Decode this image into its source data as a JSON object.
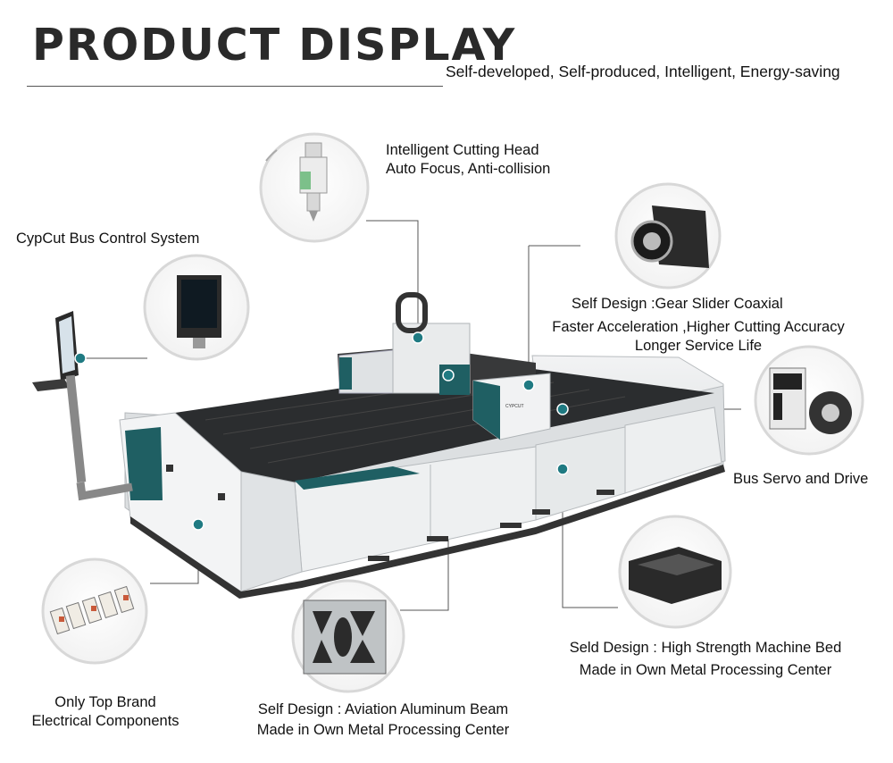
{
  "header": {
    "title": "PRODUCT DISPLAY",
    "subtitle": "Self-developed, Self-produced, Intelligent, Energy-saving"
  },
  "callouts": {
    "cutting_head": {
      "line1": "Intelligent Cutting Head",
      "line2": "Auto Focus, Anti-collision"
    },
    "bus_control": {
      "line1": "CypCut Bus Control System"
    },
    "gear_slider": {
      "line1": "Self Design :Gear Slider Coaxial",
      "line2": "Faster Acceleration ,Higher Cutting Accuracy",
      "line3": "Longer Service Life"
    },
    "servo": {
      "line1": "Bus Servo and Drive"
    },
    "machine_bed": {
      "line1": "Seld Design : High Strength Machine Bed",
      "line2": "Made in Own Metal Processing Center"
    },
    "aluminum_beam": {
      "line1": "Self Design : Aviation Aluminum Beam",
      "line2": "Made in Own Metal Processing Center"
    },
    "electrical": {
      "line1": "Only Top Brand",
      "line2": "Electrical Components"
    }
  },
  "colors": {
    "accent": "#1f5f63",
    "panel": "#e9ebec",
    "dot": "#1f7a82",
    "leader": "#555555"
  }
}
